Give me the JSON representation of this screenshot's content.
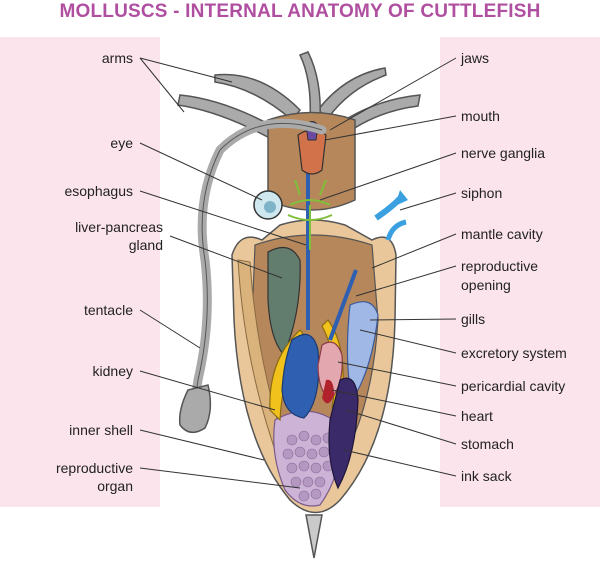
{
  "title": "MOLLUSCS - INTERNAL ANATOMY OF CUTTLEFISH",
  "labels_left": {
    "arms": "arms",
    "eye": "eye",
    "esophagus": "esophagus",
    "liver_pancreas_line1": "liver-pancreas",
    "liver_pancreas_line2": "gland",
    "tentacle": "tentacle",
    "kidney": "kidney",
    "inner_shell": "inner shell",
    "reproductive_organ_line1": "reproductive",
    "reproductive_organ_line2": "organ"
  },
  "labels_right": {
    "jaws": "jaws",
    "mouth": "mouth",
    "nerve_ganglia": "nerve ganglia",
    "siphon": "siphon",
    "mantle_cavity": "mantle cavity",
    "reproductive_opening_line1": "reproductive",
    "reproductive_opening_line2": "opening",
    "gills": "gills",
    "excretory_system": "excretory system",
    "pericardial_cavity": "pericardial cavity",
    "heart": "heart",
    "stomach": "stomach",
    "ink_sack": "ink sack"
  },
  "colors": {
    "title": "#b04fa0",
    "panel": "#fbe4ec",
    "body": "#b7875c",
    "mantle": "#e9c79a",
    "arms": "#a9aaa9",
    "stomach": "#2f5fb0",
    "ink_sack": "#3b2a6a",
    "eggs": "#cdb4d6",
    "gland": "#627c6e",
    "siphon": "#3aa0e0"
  }
}
